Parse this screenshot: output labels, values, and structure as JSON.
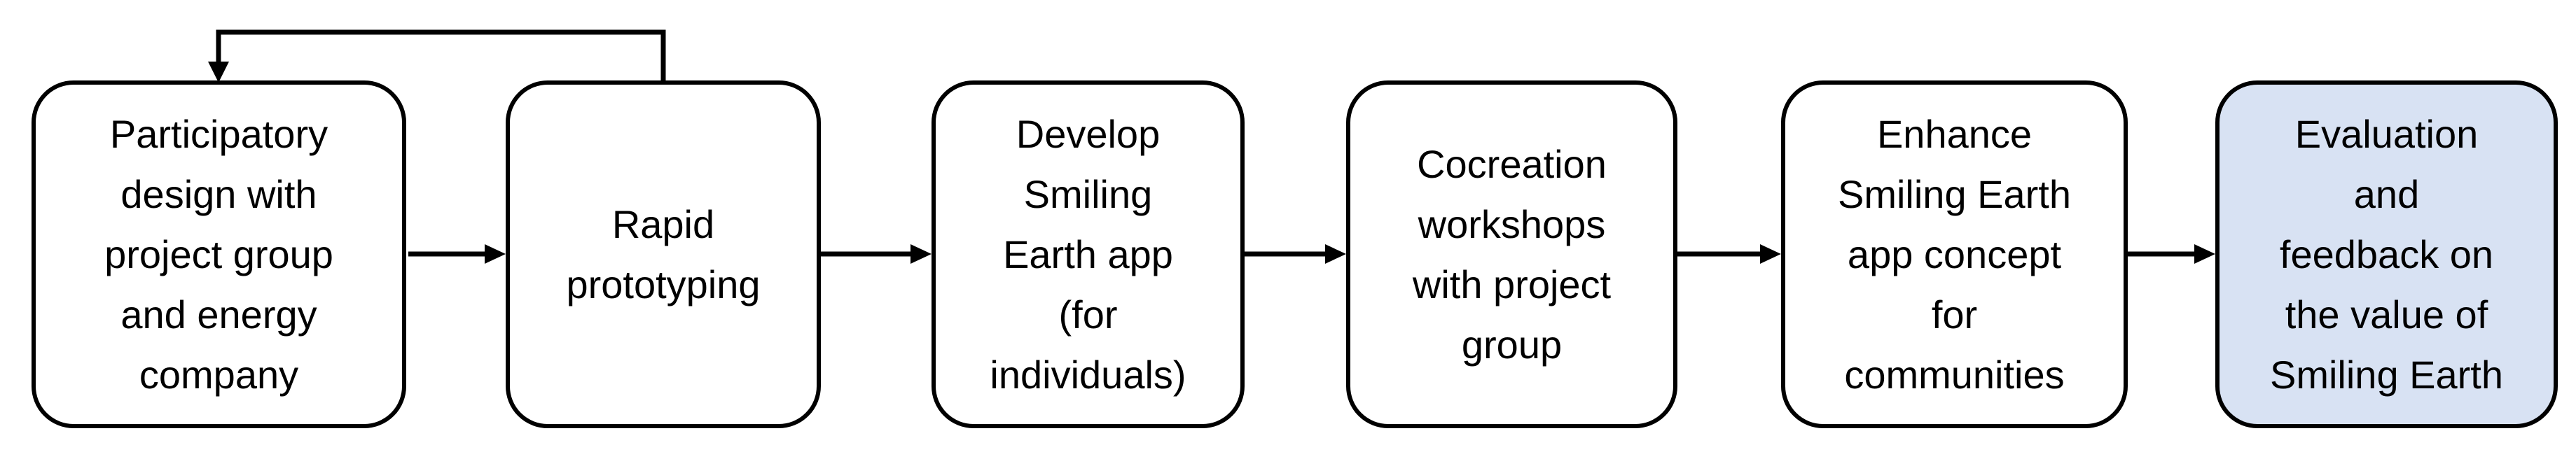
{
  "diagram": {
    "type": "flowchart",
    "background": "#ffffff",
    "colors": {
      "stroke": "#000000",
      "text": "#000000",
      "box_fill": "#ffffff",
      "highlight_fill": "#d8e2f3"
    },
    "steps": [
      {
        "id": "step-1",
        "label": "Participatory design with project group and energy company",
        "lines": [
          "Participatory",
          "design with",
          "project group",
          "and energy",
          "company"
        ],
        "highlighted": false
      },
      {
        "id": "step-2",
        "label": "Rapid prototyping",
        "lines": [
          "Rapid",
          "prototyping"
        ],
        "highlighted": false
      },
      {
        "id": "step-3",
        "label": "Develop Smiling Earth app (for individuals)",
        "lines": [
          "Develop",
          "Smiling",
          "Earth app",
          "(for",
          "individuals)"
        ],
        "highlighted": false
      },
      {
        "id": "step-4",
        "label": "Cocreation workshops with project group",
        "lines": [
          "Cocreation",
          "workshops",
          "with project",
          "group"
        ],
        "highlighted": false
      },
      {
        "id": "step-5",
        "label": "Enhance Smiling Earth app concept for communities",
        "lines": [
          "Enhance",
          "Smiling Earth",
          "app concept",
          "for",
          "communities"
        ],
        "highlighted": false
      },
      {
        "id": "step-6",
        "label": "Evaluation and feedback on the value of Smiling Earth",
        "lines": [
          "Evaluation",
          "and",
          "feedback on",
          "the value of",
          "Smiling Earth"
        ],
        "highlighted": true
      }
    ],
    "connections": [
      {
        "from": "step-1",
        "to": "step-2",
        "type": "forward"
      },
      {
        "from": "step-2",
        "to": "step-3",
        "type": "forward"
      },
      {
        "from": "step-3",
        "to": "step-4",
        "type": "forward"
      },
      {
        "from": "step-4",
        "to": "step-5",
        "type": "forward"
      },
      {
        "from": "step-5",
        "to": "step-6",
        "type": "forward"
      },
      {
        "from": "step-2",
        "to": "step-1",
        "type": "feedback"
      }
    ]
  }
}
